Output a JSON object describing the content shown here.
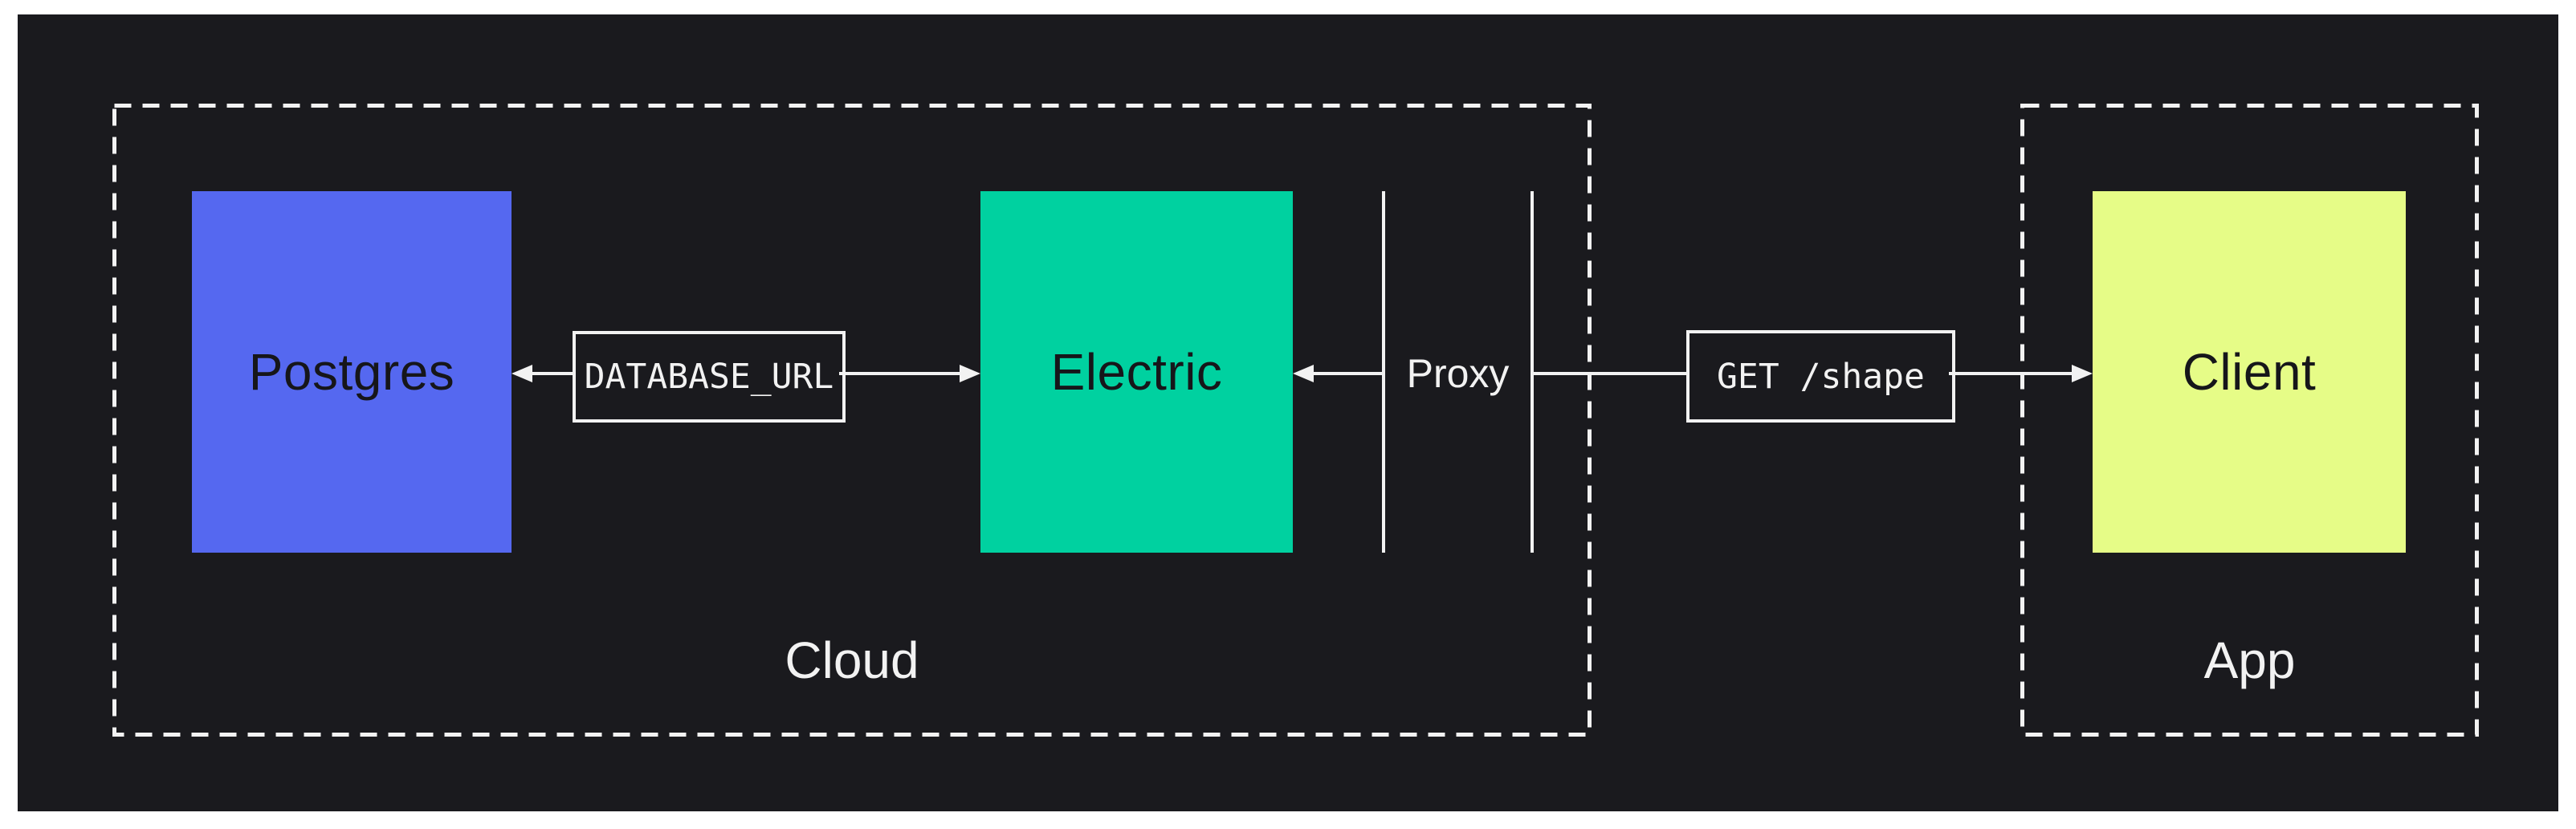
{
  "canvas": {
    "background": "#ffffff",
    "panel_bg": "#1a1a1e",
    "line_color": "#f2f2f2",
    "text_dark": "#16161a"
  },
  "groups": {
    "cloud": {
      "label": "Cloud"
    },
    "app": {
      "label": "App"
    }
  },
  "nodes": {
    "postgres": {
      "label": "Postgres",
      "color": "#5568f0"
    },
    "electric": {
      "label": "Electric",
      "color": "#00d1a0"
    },
    "client": {
      "label": "Client",
      "color": "#e6fc87"
    }
  },
  "connectors": {
    "database_url": {
      "label": "DATABASE_URL"
    },
    "proxy": {
      "label": "Proxy"
    },
    "get_shape": {
      "label": "GET /shape"
    }
  }
}
